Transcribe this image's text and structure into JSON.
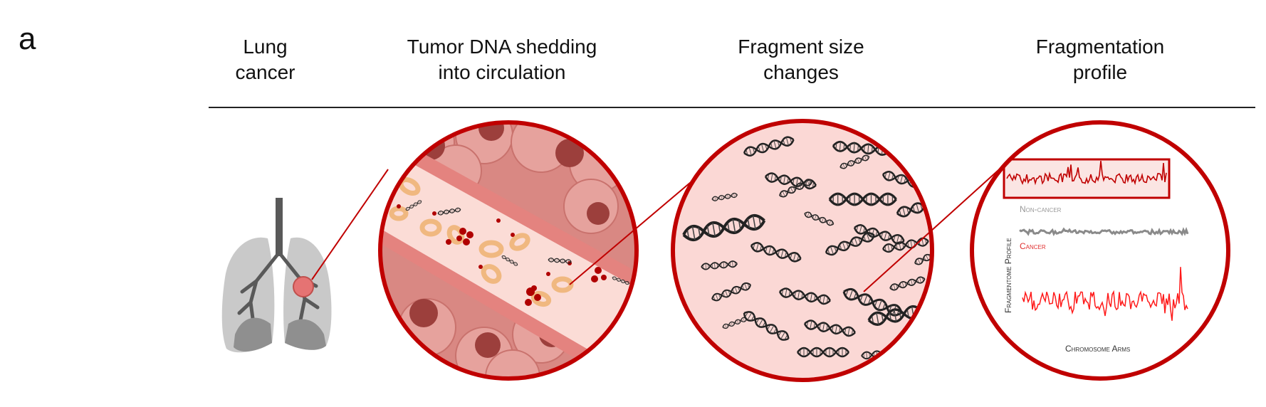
{
  "panel_label": "a",
  "columns": [
    {
      "line1": "Lung",
      "line2": "cancer"
    },
    {
      "line1": "Tumor DNA shedding",
      "line2": "into circulation"
    },
    {
      "line1": "Fragment size",
      "line2": "changes"
    },
    {
      "line1": "Fragmentation",
      "line2": "profile"
    }
  ],
  "profile": {
    "noncancer_label": "Non-cancer",
    "cancer_label": "Cancer",
    "y_axis_label": "Fragmentome Profile",
    "x_axis_label": "Chromosome Arms"
  },
  "colors": {
    "accent_red": "#c00000",
    "tissue_pink": "#e9a6a4",
    "lung_gray": "#bfbfbf"
  }
}
